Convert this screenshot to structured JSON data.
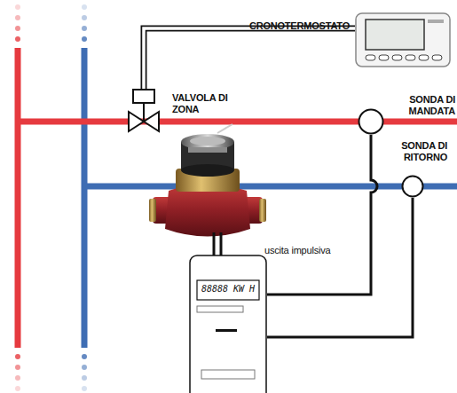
{
  "diagram": {
    "nodes": [
      {
        "text": [
          "CRONOTERMOSTATO"
        ]
      },
      {
        "text": [
          "VALVOLA DI ZONA"
        ]
      },
      {
        "text": [
          "SONDA DI MANDATA"
        ]
      },
      {
        "text": [
          "SONDA DI RITORNO"
        ]
      },
      {
        "text": [
          "88888 KW H"
        ]
      }
    ],
    "edges": [
      {
        "from": 0,
        "to": 1,
        "arrow": "none"
      },
      {
        "from": 2,
        "to": 4,
        "arrow": "none"
      },
      {
        "from": 3,
        "to": 4,
        "arrow": "none"
      }
    ],
    "labels": [
      "uscita impulsiva"
    ]
  }
}
